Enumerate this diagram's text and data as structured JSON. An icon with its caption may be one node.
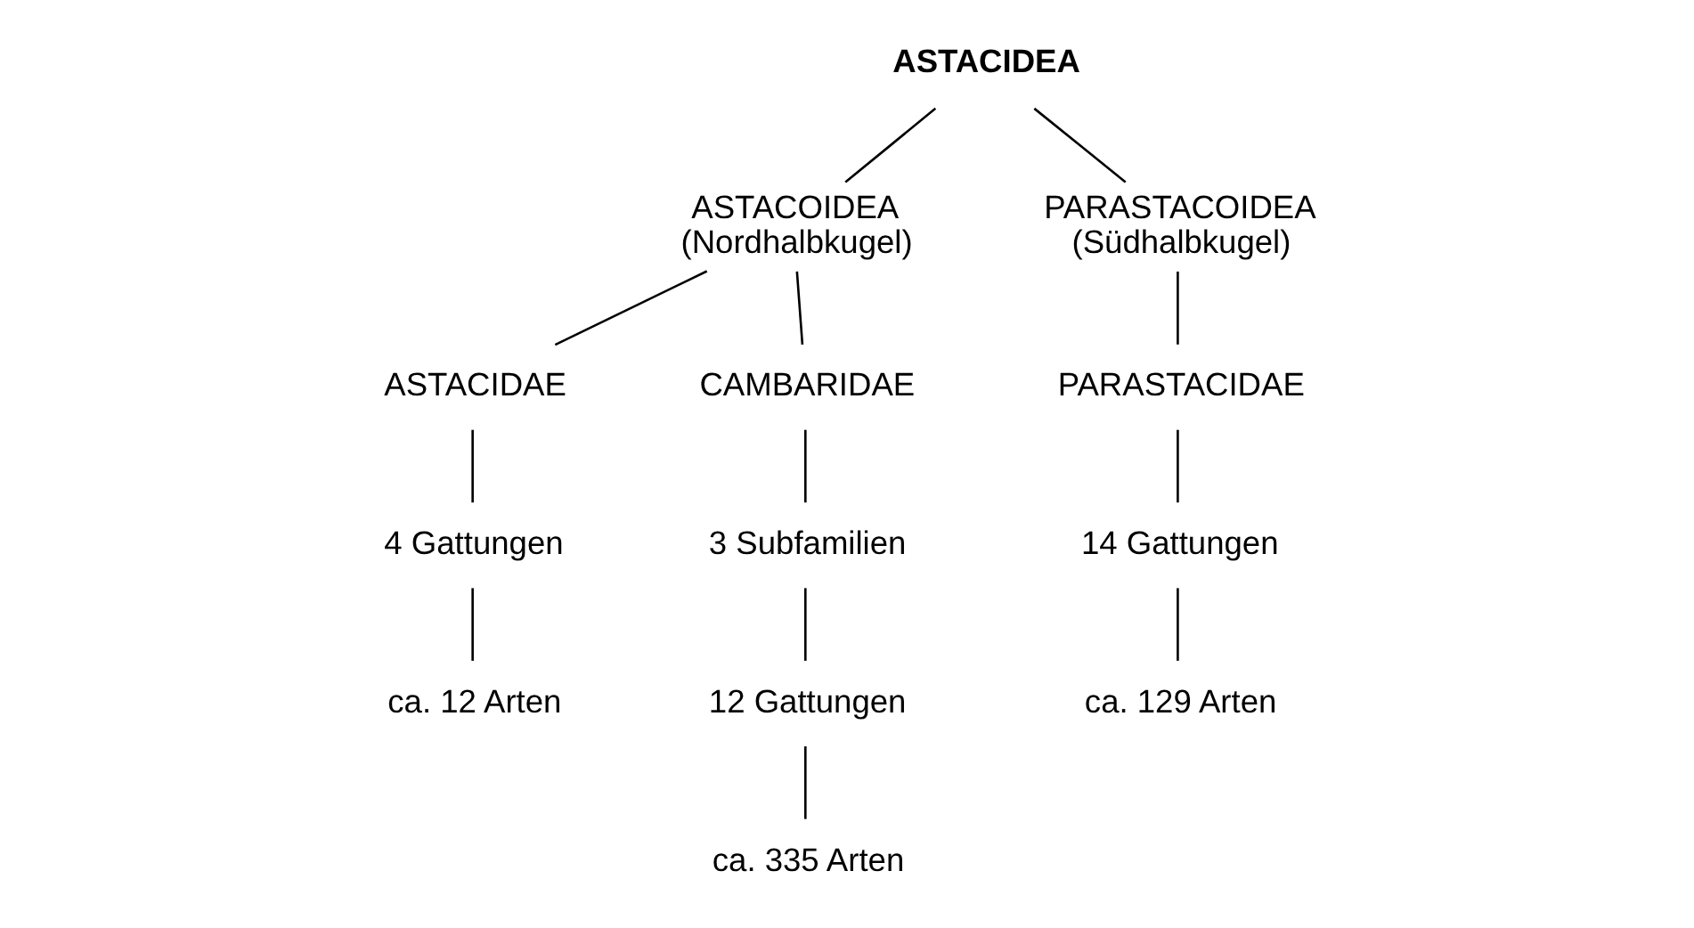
{
  "diagram": {
    "nodes": [
      {
        "text": [
          "ASTACIDEA"
        ]
      },
      {
        "text": [
          "ASTACOIDEA",
          "(Nordhalbkugel)"
        ]
      },
      {
        "text": [
          "PARASTACOIDEA",
          "(Südhalbkugel)"
        ]
      },
      {
        "text": [
          "ASTACIDAE"
        ]
      },
      {
        "text": [
          "CAMBARIDAE"
        ]
      },
      {
        "text": [
          "PARASTACIDAE"
        ]
      },
      {
        "text": [
          "3 Subfamilien"
        ]
      },
      {
        "text": [
          "4 Gattungen"
        ]
      },
      {
        "text": [
          "12 Gattungen"
        ]
      },
      {
        "text": [
          "14 Gattungen"
        ]
      },
      {
        "text": [
          "ca. 12 Arten"
        ]
      },
      {
        "text": [
          "ca. 335 Arten"
        ]
      },
      {
        "text": [
          "ca. 129 Arten"
        ]
      }
    ],
    "edges": [
      {
        "from": 0,
        "to": 1,
        "arrow": "none"
      },
      {
        "from": 0,
        "to": 2,
        "arrow": "none"
      },
      {
        "from": 1,
        "to": 3,
        "arrow": "none"
      },
      {
        "from": 1,
        "to": 4,
        "arrow": "none"
      },
      {
        "from": 2,
        "to": 5,
        "arrow": "none"
      },
      {
        "from": 3,
        "to": 7,
        "arrow": "none"
      },
      {
        "from": 4,
        "to": 6,
        "arrow": "none"
      },
      {
        "from": 6,
        "to": 8,
        "arrow": "none"
      },
      {
        "from": 5,
        "to": 9,
        "arrow": "none"
      },
      {
        "from": 7,
        "to": 10,
        "arrow": "none"
      },
      {
        "from": 8,
        "to": 11,
        "arrow": "none"
      },
      {
        "from": 9,
        "to": 12,
        "arrow": "none"
      }
    ]
  }
}
